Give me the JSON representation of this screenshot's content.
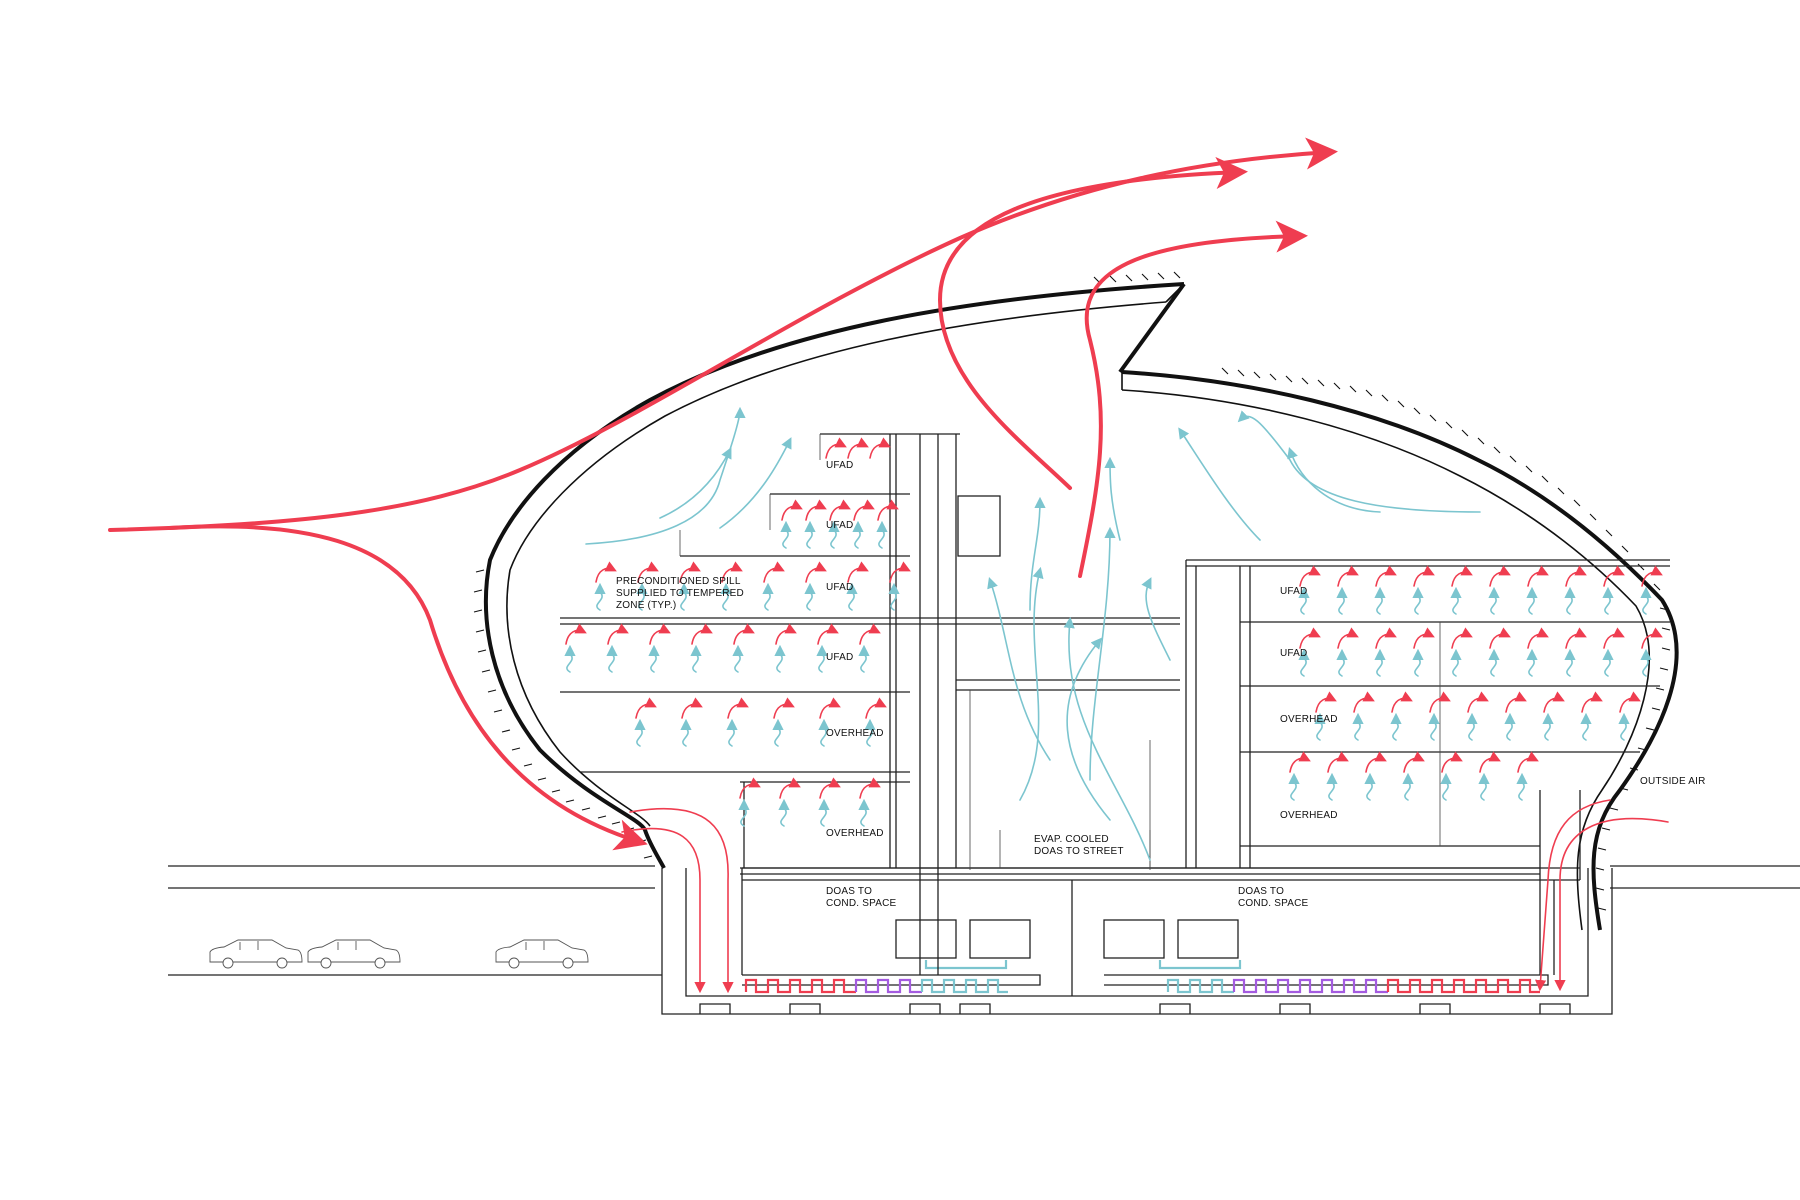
{
  "labels": {
    "ufad_1": "UFAD",
    "ufad_2": "UFAD",
    "ufad_3": "UFAD",
    "ufad_4": "UFAD",
    "ufad_right_1": "UFAD",
    "ufad_right_2": "UFAD",
    "overhead_left_1": "OVERHEAD",
    "overhead_left_2": "OVERHEAD",
    "overhead_right_1": "OVERHEAD",
    "overhead_right_2": "OVERHEAD",
    "preconditioned_line1": "PRECONDITIONED SPILL",
    "preconditioned_line2": "SUPPLIED TO TEMPERED",
    "preconditioned_line3": "ZONE (TYP.)",
    "evap_line1": "EVAP. COOLED",
    "evap_line2": "DOAS TO STREET",
    "doas_left_line1": "DOAS TO",
    "doas_left_line2": "COND. SPACE",
    "doas_right_line1": "DOAS TO",
    "doas_right_line2": "COND. SPACE",
    "outside_air": "OUTSIDE AIR"
  },
  "colors": {
    "warm_air": "#ef3d50",
    "cool_air": "#7cc5cf",
    "radiant_mid": "#a45be0",
    "structure": "#111111"
  }
}
